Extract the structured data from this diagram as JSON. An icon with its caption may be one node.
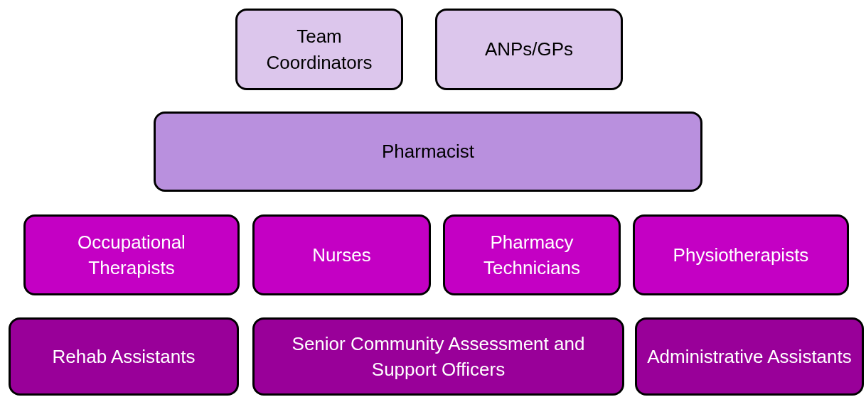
{
  "diagram": {
    "nodes": [
      {
        "text": [
          "Team Coordinators"
        ]
      },
      {
        "text": [
          "ANPs/GPs"
        ]
      },
      {
        "text": [
          "Pharmacist"
        ]
      },
      {
        "text": [
          "Occupational Therapists"
        ]
      },
      {
        "text": [
          "Nurses"
        ]
      },
      {
        "text": [
          "Pharmacy Technicians"
        ]
      },
      {
        "text": [
          "Physiotherapists"
        ]
      },
      {
        "text": [
          "Rehab Assistants"
        ]
      },
      {
        "text": [
          "Senior Community Assessment and Support Officers"
        ]
      },
      {
        "text": [
          "Administrative Assistants"
        ]
      }
    ]
  }
}
